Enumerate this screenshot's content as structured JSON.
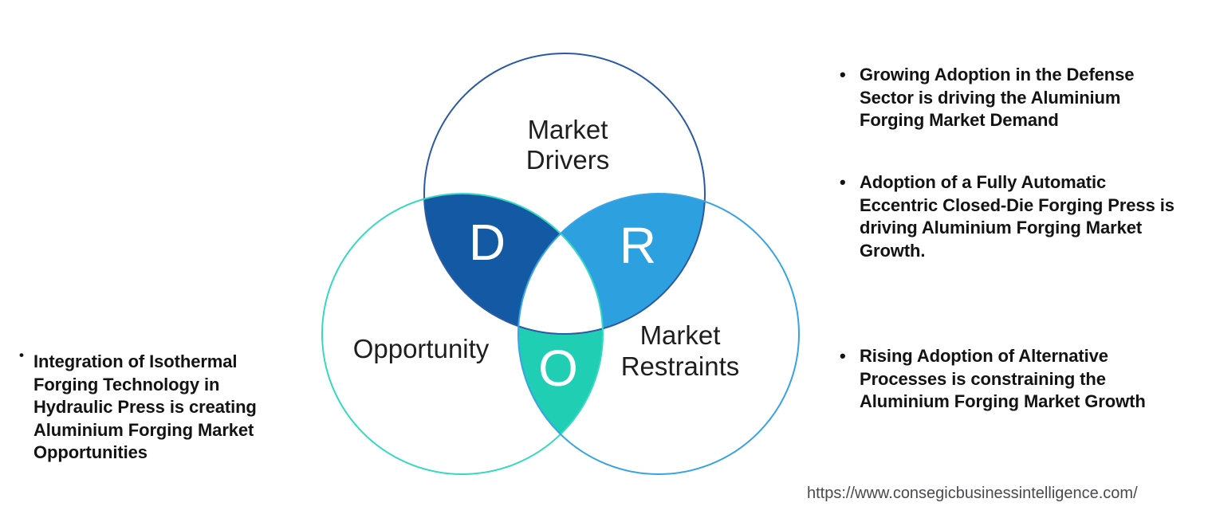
{
  "diagram": {
    "circles": {
      "drivers": {
        "label_line1": "Market",
        "label_line2": "Drivers",
        "stroke": "#2B5AA5"
      },
      "opportunity": {
        "label": "Opportunity",
        "stroke": "#36D8C1"
      },
      "restraints": {
        "label_line1": "Market",
        "label_line2": "Restraints",
        "stroke": "#38A3E4"
      }
    },
    "intersections": {
      "d": {
        "letter": "D",
        "fill": "#1459A3"
      },
      "r": {
        "letter": "R",
        "fill": "#2DA0E0"
      },
      "o": {
        "letter": "O",
        "fill": "#20CEB4"
      }
    },
    "letter_color": "#FFFFFF"
  },
  "left_panel": {
    "marker": "•",
    "text": "Integration of Isothermal\nForging Technology in\nHydraulic Press is creating\nAluminium Forging Market\nOpportunities"
  },
  "right_panel": {
    "marker": "•",
    "bullets": [
      {
        "text": "Growing Adoption in the Defense\nSector is driving the Aluminium\nForging Market Demand"
      },
      {
        "text": "Adoption of a Fully Automatic\nEccentric Closed-Die Forging Press is\ndriving Aluminium Forging Market\nGrowth."
      },
      {
        "text": "Rising Adoption of Alternative\nProcesses is constraining the\nAluminium Forging Market Growth"
      }
    ]
  },
  "footer": {
    "url": "https://www.consegicbusinessintelligence.com/"
  },
  "colors": {
    "background": "#FFFFFF",
    "body_text": "#131313",
    "url_text": "#4A4A4E"
  }
}
